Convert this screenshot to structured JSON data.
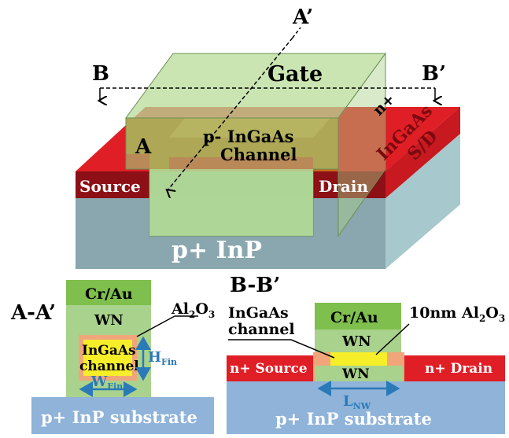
{
  "top": {
    "section_a_prime": "A’",
    "section_a": "A",
    "section_b": "B",
    "section_b_prime": "B’",
    "gate": "Gate",
    "channel_line1": "p- InGaAs",
    "channel_line2": "Channel",
    "n_plus": "n+",
    "sd_line1": "InGaAs",
    "sd_line2": "S/D",
    "source": "Source",
    "drain": "Drain",
    "substrate": "p+ InP"
  },
  "aa": {
    "title": "A-A’",
    "cr_au": "Cr/Au",
    "wn": "WN",
    "al2o3_main": "Al",
    "al2o3_sub2": "2",
    "al2o3_o": "O",
    "al2o3_sub3": "3",
    "channel_line1": "InGaAs",
    "channel_line2": "channel",
    "h_main": "H",
    "h_sub": "Fin",
    "w_main": "W",
    "w_sub": "Fin",
    "substrate": "p+ InP substrate"
  },
  "bb": {
    "title": "B-B’",
    "channel_label_line1": "InGaAs",
    "channel_label_line2": "channel",
    "cr_au": "Cr/Au",
    "al2o3_prefix": "10nm Al",
    "al2o3_sub2": "2",
    "al2o3_o": "O",
    "al2o3_sub3": "3",
    "wn_upper": "WN",
    "wn_lower": "WN",
    "source": "n+ Source",
    "drain": "n+ Drain",
    "l_main": "L",
    "l_sub": "NW",
    "substrate": "p+ InP substrate"
  },
  "colors": {
    "red": "#e01e26",
    "dark_red": "#8c1016",
    "gate_green": "#9ed07a",
    "light_green": "#a9d28c",
    "cr_au_green": "#7fbf4d",
    "orange": "#e0863a",
    "channel_orange": "#f0a67a",
    "yellow": "#f7ee2a",
    "substrate_blue": "#8fb3d9",
    "side_blue": "#a7c8cc",
    "front_gray": "#8aa6ae",
    "dimension_blue": "#2a7ab8"
  }
}
